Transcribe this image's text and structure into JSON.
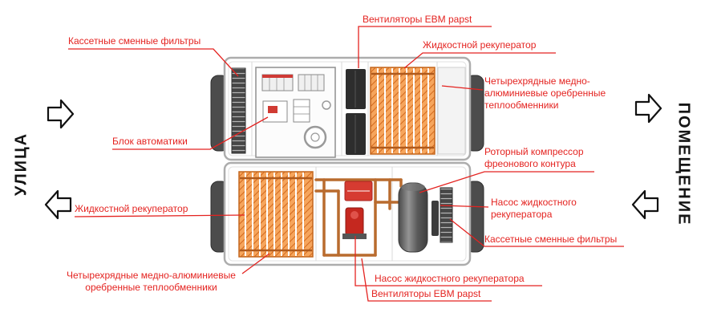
{
  "colors": {
    "accent_red": "#e42320",
    "copper_pipe": "#b96b2e",
    "heat_exchanger_orange": "#f6a55c",
    "dark_component": "#2d2d2d",
    "unit_outline": "#adadad"
  },
  "sides": {
    "left_label": "УЛИЦА",
    "right_label": "ПОМЕЩЕНИЕ"
  },
  "labels": {
    "filters_top": "Кассетные сменные фильтры",
    "fans_top": "Вентиляторы EBM papst",
    "recuperator_top": "Жидкостной рекуператор",
    "hx_right": [
      "Четырехрядные медно-",
      "алюминиевые оребренные",
      "теплообменники"
    ],
    "automation": "Блок автоматики",
    "compressor_right": [
      "Роторный компрессор",
      "фреонового контура"
    ],
    "pump_right": [
      "Насос жидкостного",
      "рекуператора"
    ],
    "filters_right": "Кассетные сменные фильтры",
    "recuperator_left": "Жидкостной рекуператор",
    "hx_bottom": [
      "Четырехрядные медно-алюминиевые",
      "оребренные теплообменники"
    ],
    "pump_bottom": "Насос жидкостного рекуператора",
    "fans_bottom": "Вентиляторы EBM papst"
  }
}
